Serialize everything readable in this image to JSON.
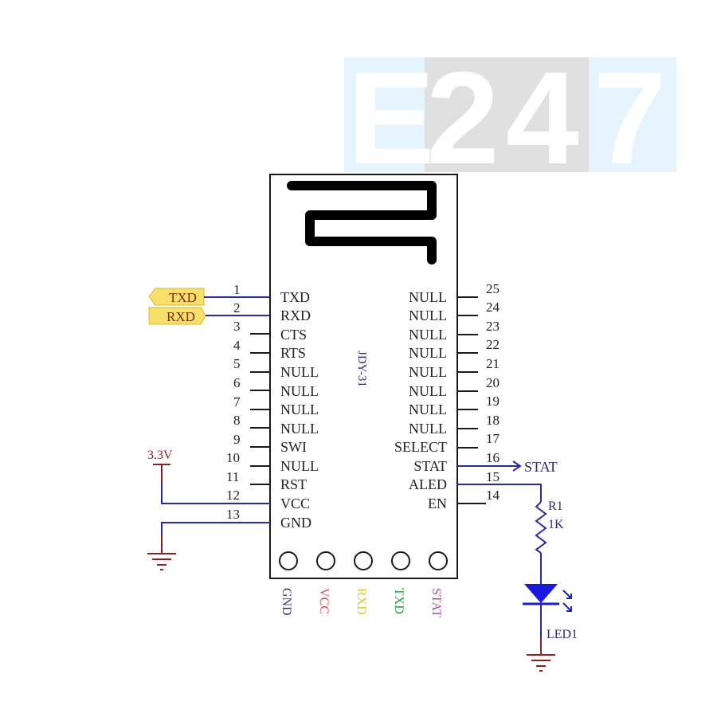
{
  "watermark": {
    "letters": [
      "E",
      "2",
      "4",
      "7"
    ],
    "colors": {
      "light_blue": "#e6f4fd",
      "light_gray": "#e0e0e0",
      "glyph": "#ffffff"
    }
  },
  "module": {
    "name": "JDY-31",
    "left_pins": [
      {
        "num": "1",
        "label": "TXD"
      },
      {
        "num": "2",
        "label": "RXD"
      },
      {
        "num": "3",
        "label": "CTS"
      },
      {
        "num": "4",
        "label": "RTS"
      },
      {
        "num": "5",
        "label": "NULL"
      },
      {
        "num": "6",
        "label": "NULL"
      },
      {
        "num": "7",
        "label": "NULL"
      },
      {
        "num": "8",
        "label": "NULL"
      },
      {
        "num": "9",
        "label": "SWI"
      },
      {
        "num": "10",
        "label": "NULL"
      },
      {
        "num": "11",
        "label": "RST"
      },
      {
        "num": "12",
        "label": "VCC"
      },
      {
        "num": "13",
        "label": "GND"
      }
    ],
    "right_pins": [
      {
        "num": "25",
        "label": "NULL"
      },
      {
        "num": "24",
        "label": "NULL"
      },
      {
        "num": "23",
        "label": "NULL"
      },
      {
        "num": "22",
        "label": "NULL"
      },
      {
        "num": "21",
        "label": "NULL"
      },
      {
        "num": "20",
        "label": "NULL"
      },
      {
        "num": "19",
        "label": "NULL"
      },
      {
        "num": "18",
        "label": "NULL"
      },
      {
        "num": "17",
        "label": "SELECT"
      },
      {
        "num": "16",
        "label": "STAT"
      },
      {
        "num": "15",
        "label": "ALED"
      },
      {
        "num": "14",
        "label": "EN"
      }
    ],
    "header_pins": [
      {
        "label": "GND",
        "color": "#3a3a8a"
      },
      {
        "label": "VCC",
        "color": "#e05050"
      },
      {
        "label": "RXD",
        "color": "#e8e040"
      },
      {
        "label": "TXD",
        "color": "#30a040"
      },
      {
        "label": "STAT",
        "color": "#a050b0"
      }
    ]
  },
  "net_ports": {
    "txd": "TXD",
    "rxd": "RXD",
    "stat": "STAT"
  },
  "power": {
    "supply_label": "3.3V"
  },
  "components": {
    "resistor": {
      "ref": "R1",
      "value": "1K"
    },
    "led": {
      "ref": "LED1"
    }
  },
  "colors": {
    "wire": "#2a2aa0",
    "power": "#8b2020",
    "port_fill": "#f7e06a",
    "port_text": "#7a2a10",
    "outline": "#1a1a1a",
    "led_fill": "#1a1ae0"
  }
}
